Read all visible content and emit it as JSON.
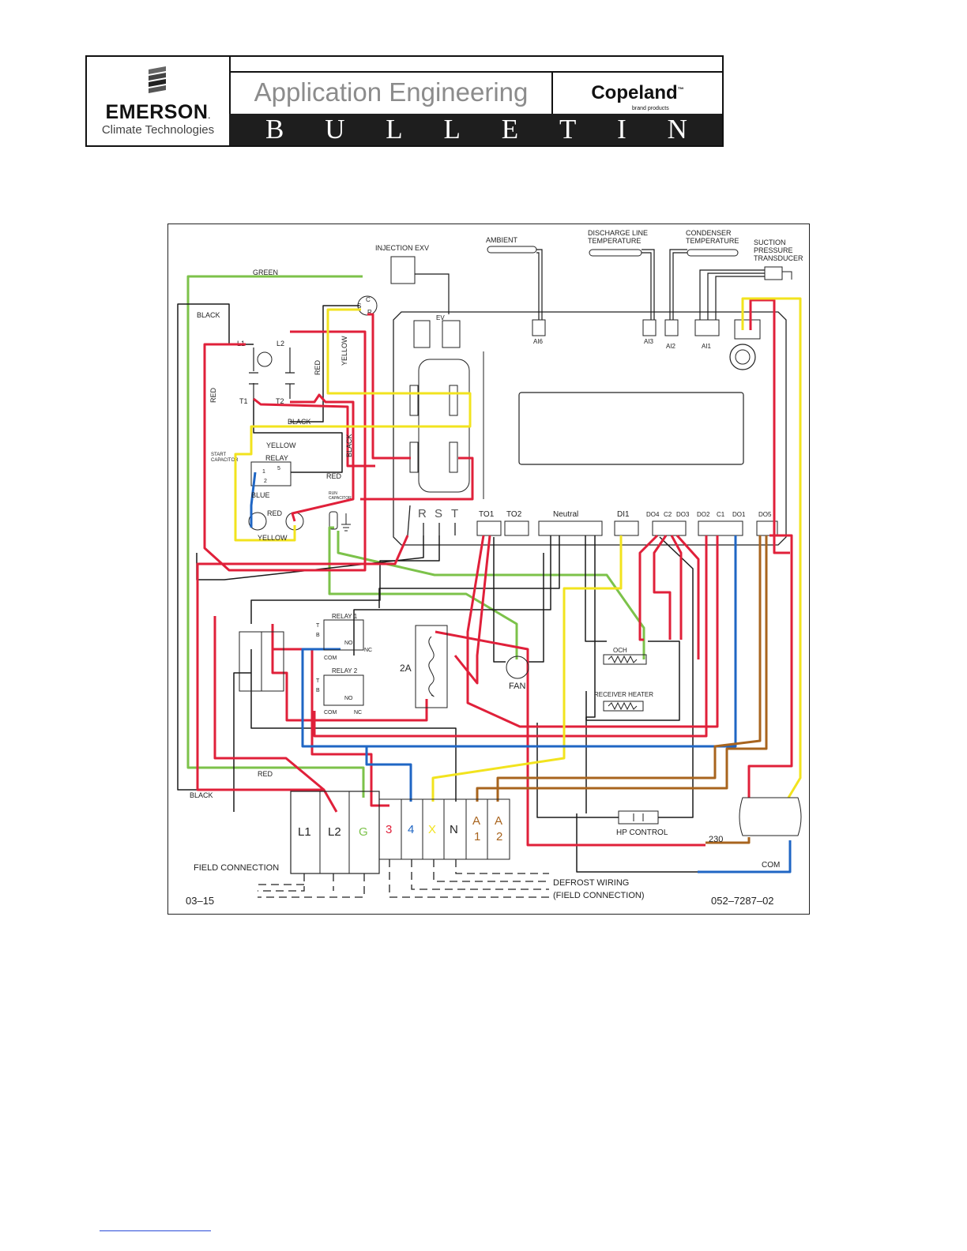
{
  "header": {
    "company": "EMERSON",
    "company_tm": ".",
    "division": "Climate Technologies",
    "title": "Application Engineering",
    "brand": "Copeland",
    "brand_tm": "™",
    "brand_sub": "brand products",
    "bulletin_letters": [
      "B",
      "U",
      "L",
      "L",
      "E",
      "T",
      "I",
      "N"
    ]
  },
  "diagram": {
    "sensors": {
      "injection_exv": "INJECTION  EXV",
      "ambient": "AMBIENT",
      "discharge_1": "DISCHARGE  LINE",
      "discharge_2": "TEMPERATURE",
      "condenser_1": "CONDENSER",
      "condenser_2": "TEMPERATURE",
      "suction_1": "SUCTION",
      "suction_2": "PRESSURE",
      "suction_3": "TRANSDUCER"
    },
    "connectors": {
      "ev": "EV",
      "ai6": "AI6",
      "ai3": "AI3",
      "ai2": "AI2",
      "ai1": "AI1"
    },
    "board_terminals": {
      "r": "R",
      "s": "S",
      "t": "T",
      "to1": "TO1",
      "to2": "TO2",
      "neutral": "Neutral",
      "di1": "DI1",
      "do4": "DO4",
      "c2": "C2",
      "do3": "DO3",
      "do2": "DO2",
      "c1": "C1",
      "do1": "DO1",
      "do5": "DO5"
    },
    "wire_labels": {
      "green": "GREEN",
      "black_top": "BLACK",
      "red_left": "RED",
      "red_v": "RED",
      "yellow_v": "YELLOW",
      "black_mid": "BLACK",
      "yellow_mid": "YELLOW",
      "black_v": "BLACK",
      "relay": "RELAY",
      "red_relay": "RED",
      "blue": "BLUE",
      "red_cap": "RED",
      "yellow_bot": "YELLOW",
      "red_bottom": "RED",
      "black_bottom": "BLACK"
    },
    "contactor": {
      "l1": "L1",
      "l2": "L2",
      "t1": "T1",
      "t2": "T2"
    },
    "compressor": {
      "c": "C",
      "s": "S",
      "r": "R"
    },
    "capacitors": {
      "start_1": "START",
      "start_2": "CAPACITOR",
      "run_1": "RUN",
      "run_2": "CAPACITOR",
      "relay_1": "1",
      "relay_2": "2",
      "relay_5": "5"
    },
    "relays": {
      "relay1": "RELAY  1",
      "relay2": "RELAY  2",
      "t": "T",
      "b": "B",
      "no": "NO",
      "nc": "NC",
      "com": "COM"
    },
    "components": {
      "fuse": "2A",
      "fan": "FAN",
      "och": "OCH",
      "receiver_heater": "RECEIVER  HEATER",
      "hp_control": "HP  CONTROL",
      "v230": "230",
      "com": "COM"
    },
    "terminal_block": {
      "l1": "L1",
      "l2": "L2",
      "g": "G",
      "t3": "3",
      "t4": "4",
      "x": "X",
      "n": "N",
      "a1a": "A",
      "a1b": "1",
      "a2a": "A",
      "a2b": "2"
    },
    "field_connection": "FIELD  CONNECTION",
    "defrost_1": "DEFROST  WIRING",
    "defrost_2": "(FIELD  CONNECTION)",
    "date_code": "03–15",
    "part_number": "052–7287–02",
    "colors": {
      "red": "#e0203a",
      "black": "#1a1a1a",
      "yellow": "#f2e31e",
      "green": "#7cc24a",
      "blue": "#1f66c4",
      "brown": "#a8641e"
    }
  }
}
